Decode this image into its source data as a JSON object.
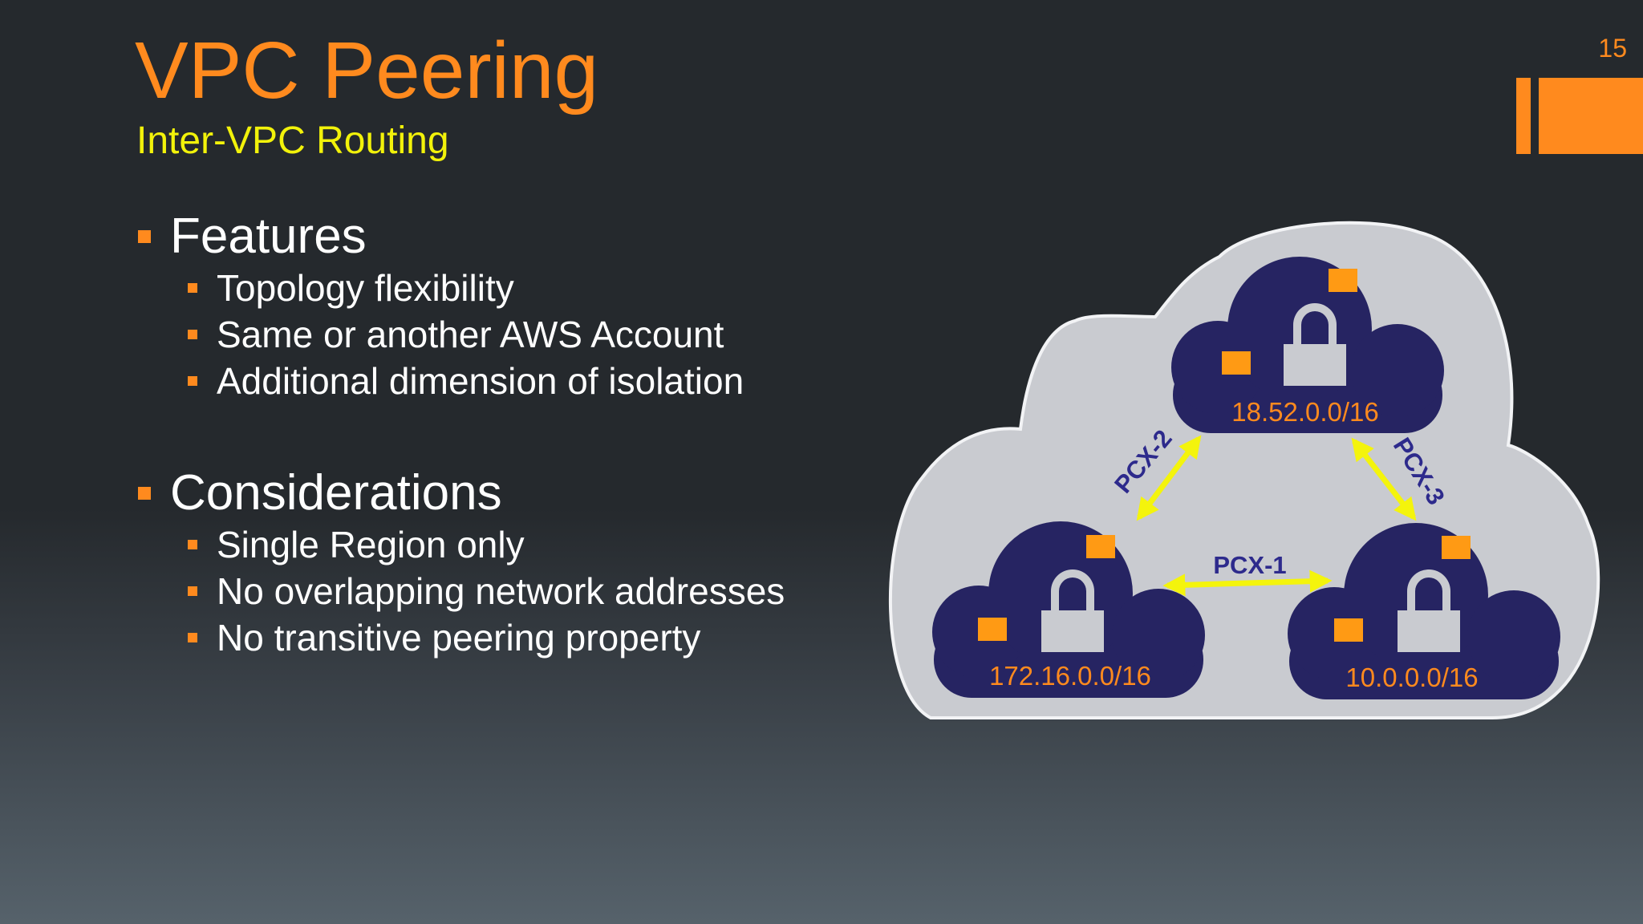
{
  "slide": {
    "title": "VPC Peering",
    "subtitle": "Inter-VPC Routing",
    "number": "15"
  },
  "sections": [
    {
      "heading": "Features",
      "items": [
        "Topology flexibility",
        "Same or another AWS Account",
        "Additional dimension of isolation"
      ]
    },
    {
      "heading": "Considerations",
      "items": [
        "Single Region only",
        "No overlapping network addresses",
        "No transitive peering property"
      ]
    }
  ],
  "diagram": {
    "vpcs": [
      {
        "cidr": "18.52.0.0/16"
      },
      {
        "cidr": "172.16.0.0/16"
      },
      {
        "cidr": "10.0.0.0/16"
      }
    ],
    "peerings": [
      {
        "label": "PCX-1"
      },
      {
        "label": "PCX-2"
      },
      {
        "label": "PCX-3"
      }
    ],
    "colors": {
      "region_cloud": "#c9cbd0",
      "vpc_cloud": "#262462",
      "instance": "#ff9a14",
      "lock": "#c9cbd0",
      "arrow": "#f4f40c",
      "peering_label": "#2d2a8c",
      "cidr_text": "#ff8a1e"
    },
    "icons": [
      "region-cloud-icon",
      "vpc-cloud-icon",
      "lock-icon",
      "instance-icon",
      "double-arrow-icon"
    ]
  },
  "theme": {
    "accent": "#ff8a1e",
    "subtitle_color": "#f2f20a",
    "text_color": "#ffffff"
  }
}
